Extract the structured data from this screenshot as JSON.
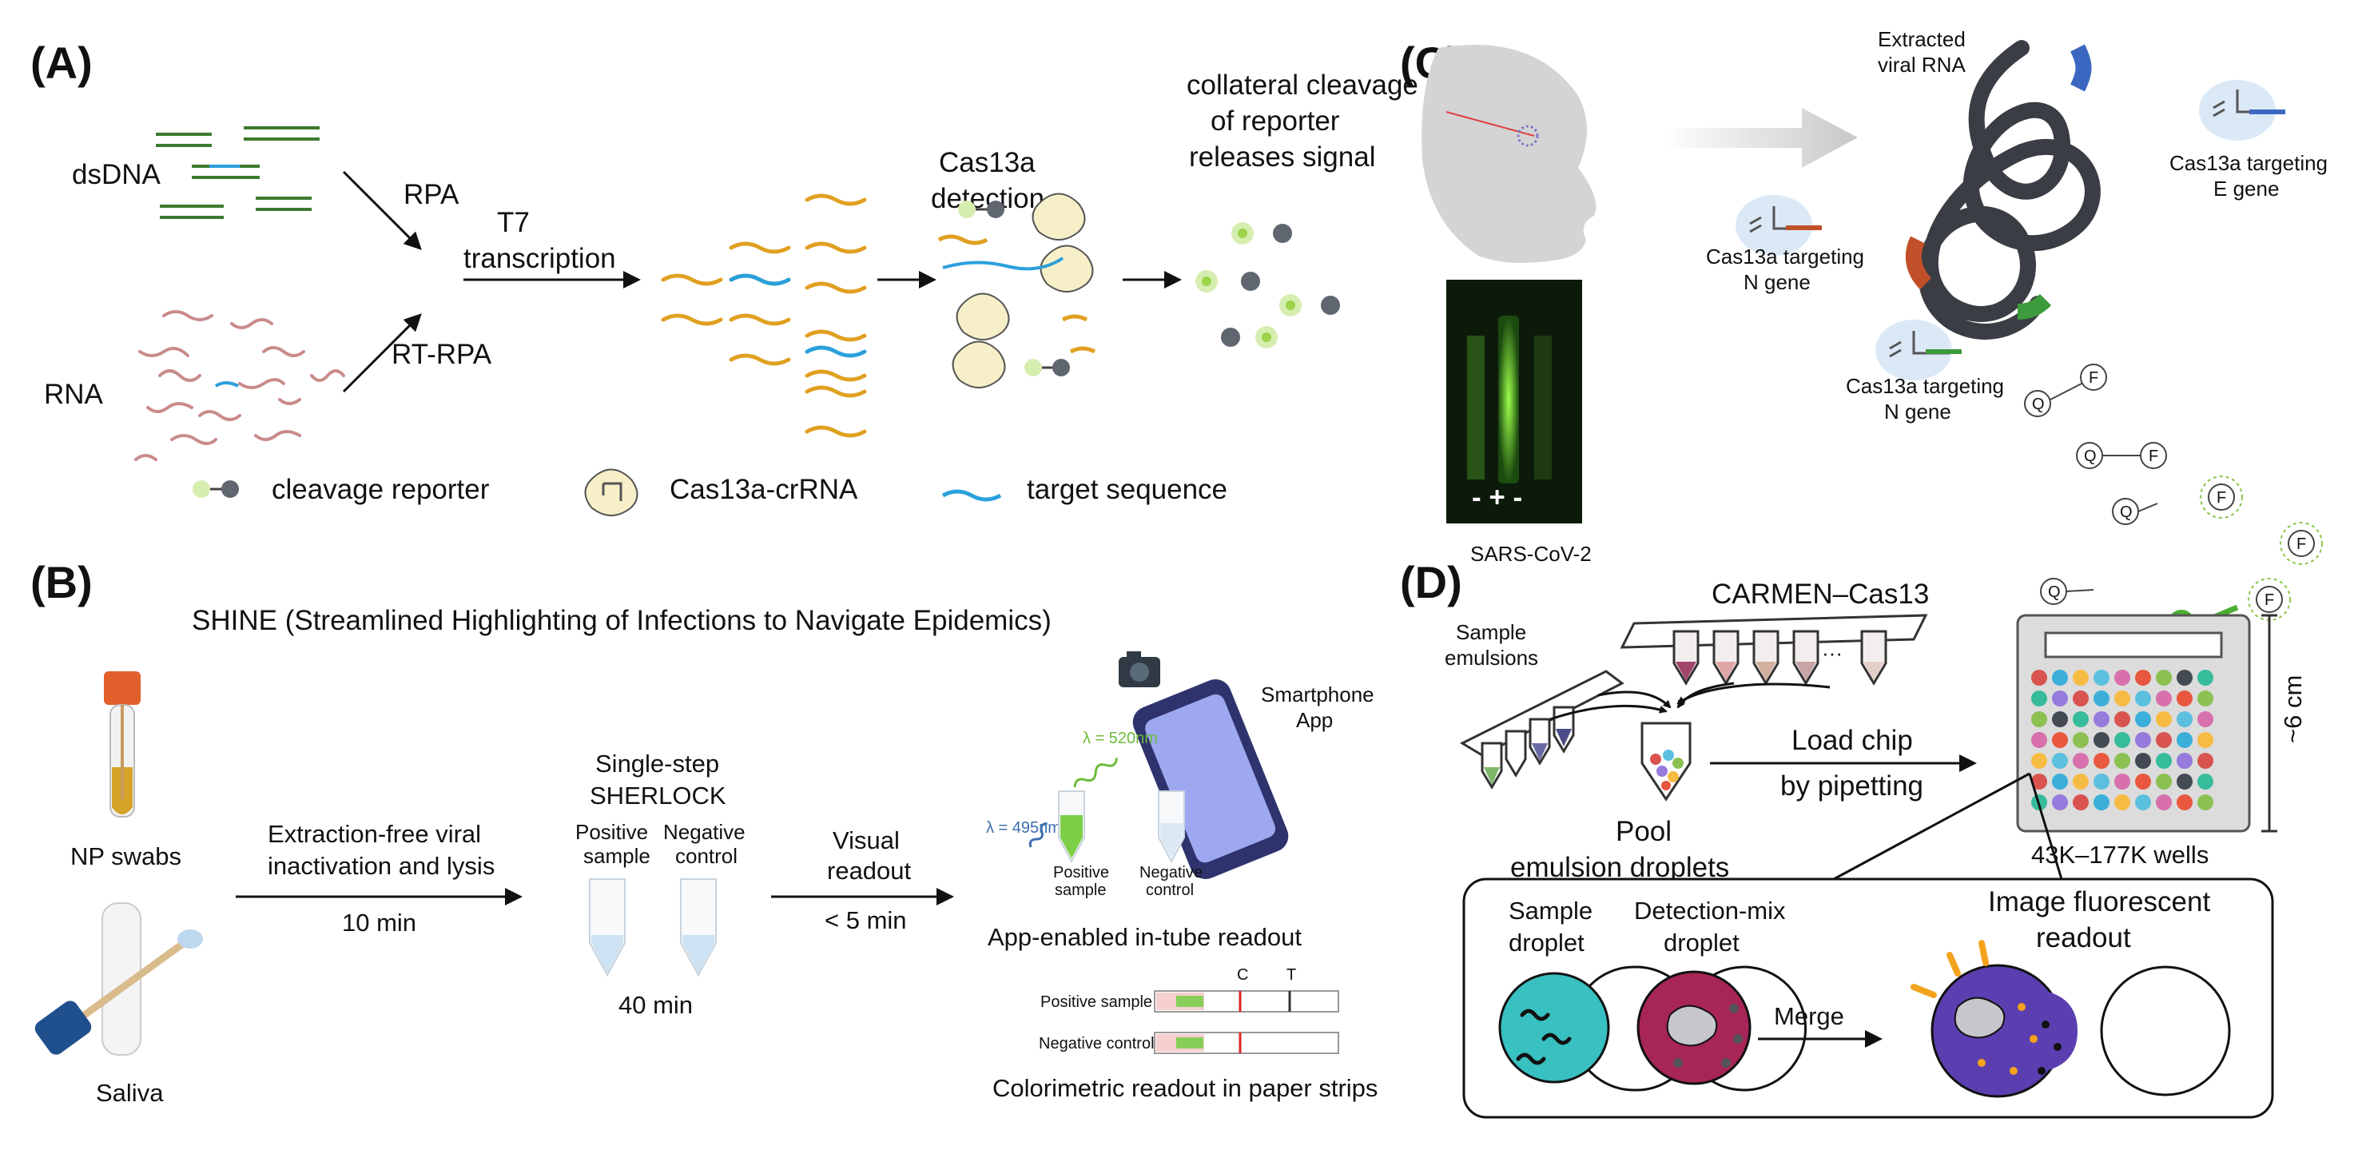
{
  "panels": {
    "a": "(A)",
    "b": "(B)",
    "c": "(C)",
    "d": "(D)"
  },
  "panel_a": {
    "dsdna": "dsDNA",
    "rna": "RNA",
    "rpa": "RPA",
    "rt_rpa": "RT-RPA",
    "t7_line1": "T7",
    "t7_line2": "transcription",
    "cas13a_line1": "Cas13a",
    "cas13a_line2": "detection",
    "collateral_line1": "collateral cleavage",
    "collateral_line2": "of reporter",
    "collateral_line3": "releases signal",
    "legend_reporter": "cleavage reporter",
    "legend_cas": "Cas13a-crRNA",
    "legend_target": "target sequence"
  },
  "panel_b": {
    "title": "SHINE (Streamlined Highlighting of Infections to Navigate Epidemics)",
    "np_swabs": "NP swabs",
    "saliva": "Saliva",
    "step1_line1": "Extraction-free viral",
    "step1_line2": "inactivation and lysis",
    "step1_time": "10 min",
    "sherlock_line1": "Single-step",
    "sherlock_line2": "SHERLOCK",
    "pos_line1": "Positive",
    "pos_line2": "sample",
    "neg_line1": "Negative",
    "neg_line2": "control",
    "sherlock_time": "40 min",
    "visual_line1": "Visual",
    "visual_line2": "readout",
    "visual_time": "< 5 min",
    "smartphone_line1": "Smartphone",
    "smartphone_line2": "App",
    "lambda_em": "λ = 520nm",
    "lambda_ex": "λ = 495nm",
    "app_pos_line1": "Positive",
    "app_pos_line2": "sample",
    "app_neg_line1": "Negative",
    "app_neg_line2": "control",
    "app_readout": "App-enabled in-tube readout",
    "strip_c": "C",
    "strip_t": "T",
    "strip_pos": "Positive sample",
    "strip_neg": "Negative control",
    "colorimetric": "Colorimetric readout in paper strips"
  },
  "panel_c": {
    "gel_marks": "- + -",
    "sars": "SARS-CoV-2",
    "extracted_line1": "Extracted",
    "extracted_line2": "viral RNA",
    "cas_e_line1": "Cas13a targeting",
    "cas_e_line2": "E gene",
    "cas_n1_line1": "Cas13a targeting",
    "cas_n1_line2": "N gene",
    "cas_n2_line1": "Cas13a targeting",
    "cas_n2_line2": "N gene",
    "q": "Q",
    "f": "F"
  },
  "panel_d": {
    "carmen": "CARMEN–Cas13",
    "sample_em_line1": "Sample",
    "sample_em_line2": "emulsions",
    "dots": "···",
    "pool": "Pool",
    "pool_line2": "emulsion droplets",
    "load_line1": "Load chip",
    "load_line2": "by pipetting",
    "dim": "~6 cm",
    "wells": "43K–177K wells",
    "sample_droplet_line1": "Sample",
    "sample_droplet_line2": "droplet",
    "detect_line1": "Detection-mix",
    "detect_line2": "droplet",
    "merge": "Merge",
    "image_line1": "Image fluorescent",
    "image_line2": "readout"
  },
  "colors": {
    "dsdna": "#3d7a2e",
    "rna": "#c98b8b",
    "amplicon": "#e0a020",
    "target": "#2aa0dc",
    "reporter_light": "#d6edb0",
    "reporter_dark": "#606670",
    "cas_body": "#f6efc8",
    "teal": "#39c0c0",
    "magenta": "#a82558",
    "purple": "#5b3fb0",
    "gel_green": "#88e838"
  }
}
